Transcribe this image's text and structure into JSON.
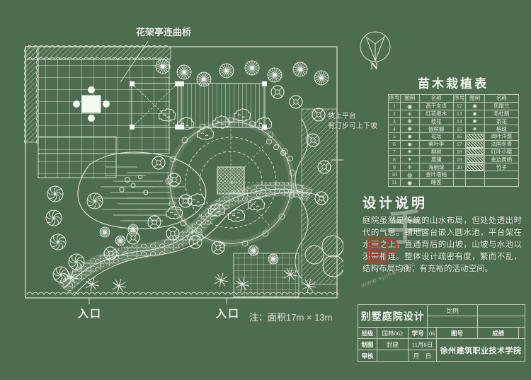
{
  "background_color": "#4e6c51",
  "line_color": "#e0e9dd",
  "annotations": {
    "pergola_bridge": "花架亭连曲桥",
    "slope_platform_line1": "坡上平台",
    "slope_platform_line2": "有汀步可上下坡",
    "entrance_1": "入口",
    "entrance_2": "入口",
    "note_prefix": "注：面积",
    "note_dimensions": "17m × 13m"
  },
  "north_arrow": {
    "label": "N",
    "icon": "north-arrow-icon"
  },
  "plant_table": {
    "title": "苗木栽植表",
    "headers": [
      "序号",
      "图例",
      "名称",
      "序号",
      "图例",
      "名称"
    ],
    "rows": [
      {
        "no": "1",
        "symbol": "tree-symbol-1",
        "name": "高干女贞",
        "no2": "12",
        "symbol2": "shrub-symbol-12",
        "name2": "凤尾兰"
      },
      {
        "no": "2",
        "symbol": "tree-symbol-2",
        "name": "红花继木",
        "no2": "13",
        "symbol2": "shrub-symbol-13",
        "name2": "毛杜鹃"
      },
      {
        "no": "3",
        "symbol": "tree-symbol-3",
        "name": "桂花",
        "no2": "14",
        "symbol2": "shrub-symbol-14",
        "name2": "茶花"
      },
      {
        "no": "4",
        "symbol": "tree-symbol-4",
        "name": "假槟榔",
        "no2": "15",
        "symbol2": "shrub-symbol-15",
        "name2": "榕球"
      },
      {
        "no": "5",
        "symbol": "tree-symbol-5",
        "name": "花坛",
        "no2": "16",
        "symbol2": "hatch-symbol-16",
        "name2": "阔叶洋葱"
      },
      {
        "no": "6",
        "symbol": "tree-symbol-6",
        "name": "紫叶李",
        "no2": "17",
        "symbol2": "hatch-symbol-17",
        "name2": "法国冬青"
      },
      {
        "no": "7",
        "symbol": "tree-symbol-7",
        "name": "柳树",
        "no2": "18",
        "symbol2": "hatch-symbol-18",
        "name2": "红叶小檗"
      },
      {
        "no": "8",
        "symbol": "tree-symbol-8",
        "name": "菖蒲",
        "no2": "19",
        "symbol2": "hatch-symbol-19",
        "name2": "金边黄杨"
      },
      {
        "no": "9",
        "symbol": "tree-symbol-9",
        "name": "海桐球",
        "no2": "20",
        "symbol2": "hatch-symbol-20",
        "name2": "竹子"
      },
      {
        "no": "10",
        "symbol": "tree-symbol-10",
        "name": "金叶塔柏",
        "no2": "",
        "symbol2": "",
        "name2": ""
      },
      {
        "no": "11",
        "symbol": "tree-symbol-11",
        "name": "睡莲",
        "no2": "",
        "symbol2": "",
        "name2": ""
      }
    ]
  },
  "design_notes": {
    "title": "设计说明",
    "body": "庭院虽然是传统的山水布局，但处处透出时代的气息。铺地露台嵌入圆水池，平台架在水面之上，直通背后的山坡，山坡与水池以溪带相连。整体设计疏密有度，繁而不乱，结构布局均衡，有充裕的活动空间。"
  },
  "title_block": {
    "project_name": "别墅庭院设计",
    "scale_label": "比例",
    "scale_value": "",
    "blank_value": "",
    "class_label": "班级",
    "class_value": "园林062",
    "student_no_label": "学号",
    "student_no_value": "06",
    "drawing_no_label": "图号",
    "drawing_no_value": "",
    "grade_label": "成绩",
    "grade_value": "",
    "drafter_label": "制图",
    "drafter_value": "封建",
    "draft_date": "11月8日",
    "reviewer_label": "审核",
    "reviewer_value": "",
    "review_date": "月　日",
    "school": "徐州建筑职业技术学院"
  },
  "watermark": {
    "url_text": "www.sjunan.com",
    "glyph": "手",
    "icon": "hand-pointer-icon"
  }
}
